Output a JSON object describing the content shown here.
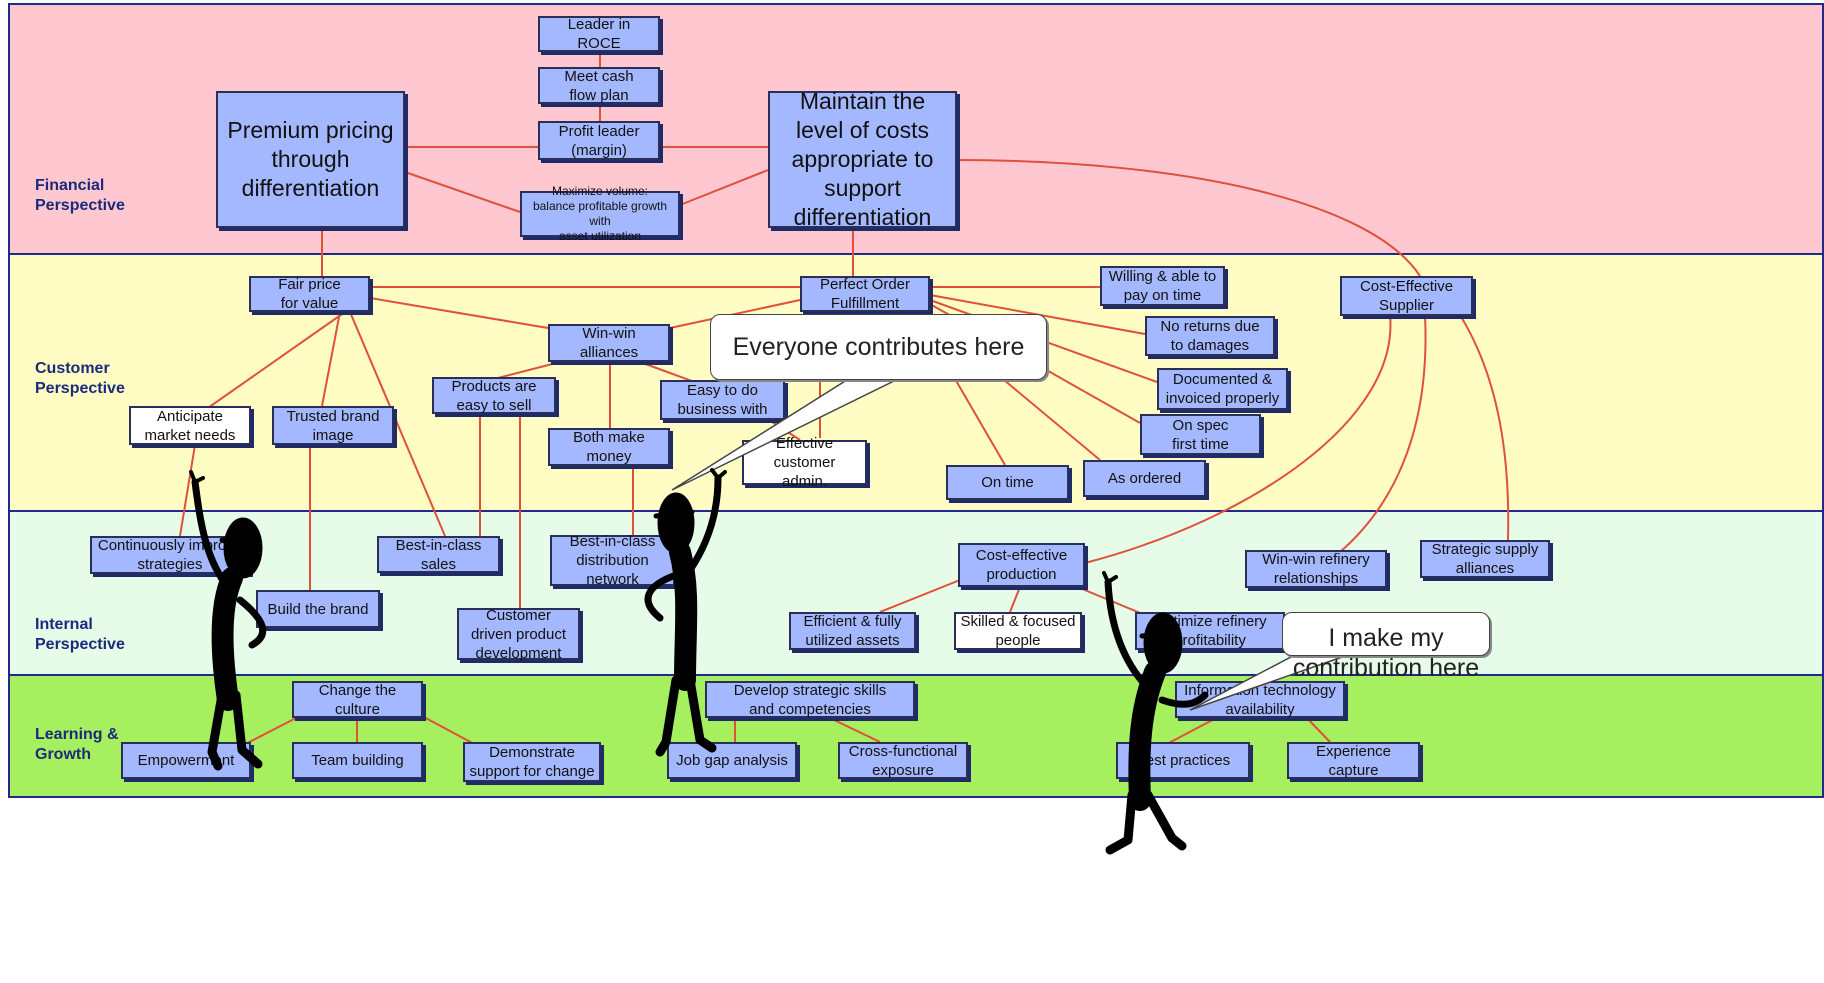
{
  "perspectives": {
    "financial": "Financial\nPerspective",
    "customer": "Customer\nPerspective",
    "internal": "Internal\nPerspective",
    "learning": "Learning &\nGrowth"
  },
  "colors": {
    "financial_bg": "#ffc8d0",
    "customer_bg": "#fffcc4",
    "internal_bg": "#e6fce8",
    "learning_bg": "#a6f060",
    "node_fill": "#a4b8ff",
    "connector": "#e0503a"
  },
  "nodes": {
    "leader_roce": "Leader in ROCE",
    "meet_cash": "Meet cash\nflow plan",
    "profit_leader": "Profit leader\n(margin)",
    "maximize_volume": "Maximize volume:\nbalance profitable growth with\nasset utilization",
    "premium_pricing": "Premium pricing\nthrough\ndifferentiation",
    "maintain_costs": "Maintain the\nlevel of costs\nappropriate to\nsupport\ndifferentiation",
    "fair_price": "Fair price\nfor value",
    "perfect_order": "Perfect Order\nFulfillment",
    "willing_pay": "Willing & able to\npay on time",
    "no_returns": "No returns due\nto damages",
    "documented": "Documented &\ninvoiced properly",
    "on_spec": "On spec\nfirst time",
    "as_ordered": "As ordered",
    "on_time": "On time",
    "cost_effective_supplier": "Cost-Effective\nSupplier",
    "win_win_alliances": "Win-win\nalliances",
    "products_easy": "Products are\neasy to sell",
    "easy_business": "Easy to do\nbusiness with",
    "both_money": "Both make\nmoney",
    "effective_admin": "Effective customer\nadmin.",
    "anticipate": "Anticipate\nmarket needs",
    "trusted_brand": "Trusted brand\nimage",
    "continuously_improve": "Continuously improve\nstrategies",
    "best_sales": "Best-in-class\nsales",
    "best_distribution": "Best-in-class\ndistribution\nnetwork",
    "build_brand": "Build the brand",
    "customer_driven": "Customer\ndriven product\ndevelopment",
    "cost_production": "Cost-effective\nproduction",
    "efficient_assets": "Efficient & fully\nutilized assets",
    "skilled_people": "Skilled & focused\npeople",
    "optimize_refinery": "Optimize refinery\nprofitability",
    "win_win_refinery": "Win-win refinery\nrelationships",
    "strategic_supply": "Strategic supply\nalliances",
    "change_culture": "Change the\nculture",
    "empowerment": "Empowerment",
    "team_building": "Team  building",
    "demonstrate_support": "Demonstrate\nsupport for change",
    "develop_skills": "Develop strategic skills\nand competencies",
    "job_gap": "Job gap analysis",
    "cross_functional": "Cross-functional\nexposure",
    "it_availability": "Information technology\navailability",
    "best_practices": "Best practices",
    "experience_capture": "Experience capture"
  },
  "callouts": {
    "everyone": "Everyone contributes here",
    "contribution": "I make my\ncontribution here"
  },
  "figures": [
    "person-figure-left",
    "person-figure-middle",
    "person-figure-right"
  ]
}
